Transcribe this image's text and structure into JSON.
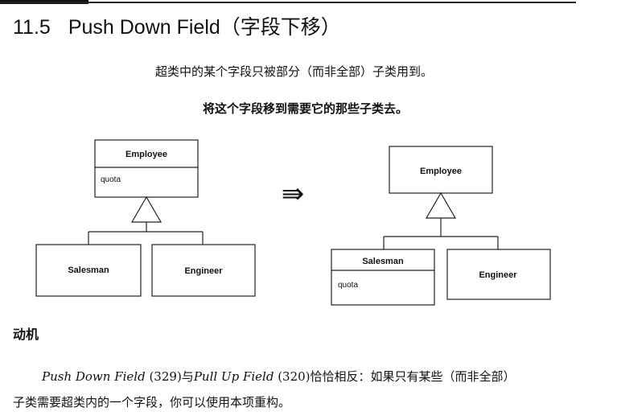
{
  "section": {
    "number": "11.5",
    "title": "Push Down Field（字段下移）"
  },
  "summary": {
    "problem": "超类中的某个字段只被部分（而非全部）子类用到。",
    "solution": "将这个字段移到需要它的那些子类去。"
  },
  "diagram": {
    "before": {
      "superclass": {
        "name": "Employee",
        "attribute": "quota"
      },
      "subclasses": [
        {
          "name": "Salesman"
        },
        {
          "name": "Engineer"
        }
      ]
    },
    "transform_arrow": "⇛",
    "after": {
      "superclass": {
        "name": "Employee"
      },
      "subclasses": [
        {
          "name": "Salesman",
          "attribute": "quota"
        },
        {
          "name": "Engineer"
        }
      ]
    }
  },
  "motivation": {
    "heading": "动机",
    "ref1": "Push Down Field",
    "ref1_page": " (329)",
    "joiner": "与",
    "ref2": "Pull Up Field",
    "ref2_page": " (320)",
    "line1_tail": "恰恰相反：如果只有某些（而非全部）",
    "line2": "子类需要超类内的一个字段，你可以使用本项重构。"
  }
}
